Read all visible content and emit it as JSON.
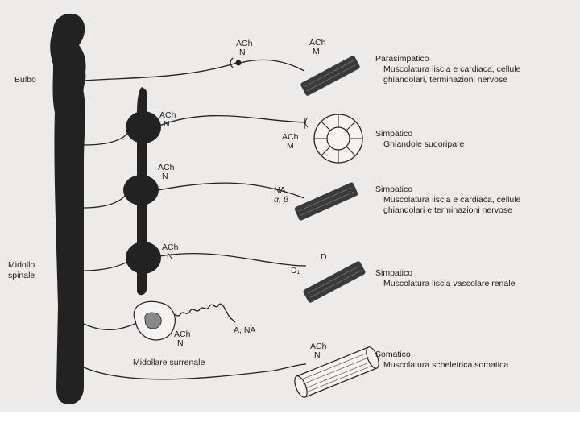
{
  "colors": {
    "scan_background": "#ecebe9",
    "ink": "#1e1e1e",
    "page": "#ffffff"
  },
  "left_labels": {
    "bulbo": "Bulbo",
    "midollo_line1": "Midollo",
    "midollo_line2": "spinale"
  },
  "ganglia": [
    {
      "pre": "ACh",
      "pre_sub": "N"
    },
    {
      "pre": "ACh",
      "pre_sub": "N"
    },
    {
      "pre": "ACh",
      "pre_sub": "N"
    }
  ],
  "pathways": {
    "parasympathetic": {
      "ganglion_ach": "ACh",
      "ganglion_receptor": "N",
      "effector_ach": "ACh",
      "effector_receptor": "M",
      "title": "Parasimpatico",
      "line1": "Muscolatura liscia e cardiaca, cellule",
      "line2": "ghiandolari, terminazioni nervose"
    },
    "sweat": {
      "effector_ach": "ACh",
      "effector_receptor": "M",
      "title": "Simpatico",
      "line1": "Ghiandole sudoripare"
    },
    "adrenergic": {
      "transmitter": "NA",
      "receptors": "α, β",
      "title": "Simpatico",
      "line1": "Muscolatura liscia e cardiaca, cellule",
      "line2": "ghiandolari e terminazioni nervose"
    },
    "renal": {
      "transmitter": "D",
      "receptor": "D₁",
      "title": "Simpatico",
      "line1": "Muscolatura liscia vascolare renale"
    },
    "adrenal": {
      "ach": "ACh",
      "receptor": "N",
      "release": "A, NA",
      "label": "Midollare surrenale"
    },
    "somatic": {
      "ach": "ACh",
      "receptor": "N",
      "title": "Somatico",
      "line1": "Muscolatura scheletrica somatica"
    }
  }
}
